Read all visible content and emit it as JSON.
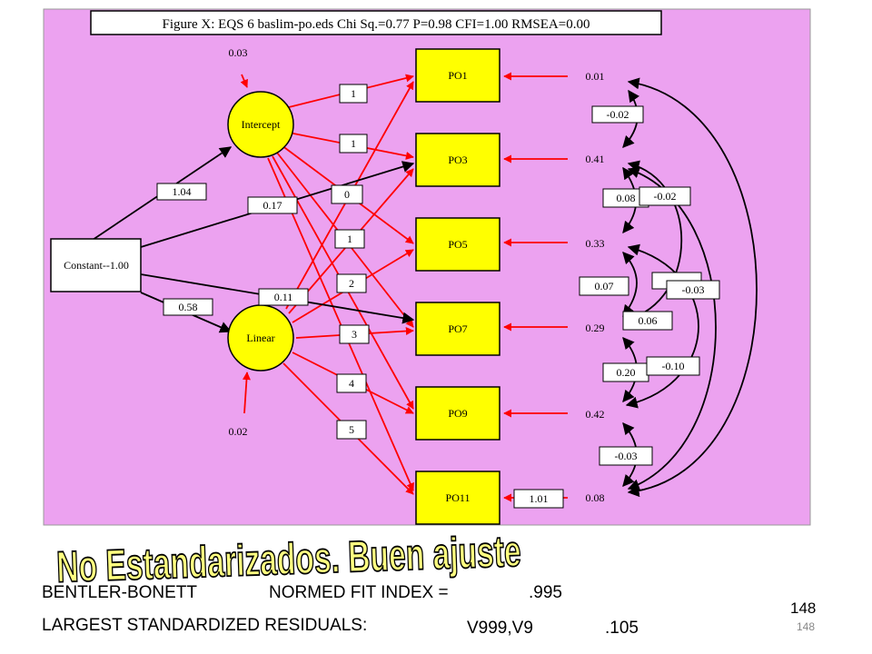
{
  "figure_title": "Figure X: EQS 6 baslim-po.eds Chi Sq.=0.77 P=0.98 CFI=1.00 RMSEA=0.00",
  "colors": {
    "panel": "#eca2f0",
    "node": "#ffff00",
    "path_red": "#ff0000",
    "path_black": "#000000",
    "heading_fill": "#ffff80"
  },
  "latent": {
    "intercept": {
      "label": "Intercept",
      "variance": "0.03"
    },
    "linear": {
      "label": "Linear",
      "variance": "0.02"
    }
  },
  "constant": {
    "label": "Constant--1.00"
  },
  "constant_paths": {
    "to_intercept": "1.04",
    "to_linear": "0.58",
    "to_po3": "0.17",
    "to_po7": "0.11"
  },
  "observed": [
    {
      "label": "PO1",
      "error_variance": "0.01"
    },
    {
      "label": "PO3",
      "error_variance": "0.41"
    },
    {
      "label": "PO5",
      "error_variance": "0.33"
    },
    {
      "label": "PO7",
      "error_variance": "0.29"
    },
    {
      "label": "PO9",
      "error_variance": "0.42"
    },
    {
      "label": "PO11",
      "error_variance": "0.08"
    }
  ],
  "intercept_loadings": [
    "1",
    "1"
  ],
  "linear_loadings": [
    "0",
    "1",
    "2",
    "3",
    "4",
    "5"
  ],
  "po11_path": "1.01",
  "covariances": [
    "-0.02",
    "0.08",
    "-0.02",
    "0.07",
    "-0.03",
    "0.06",
    "0.20",
    "-0.10",
    "-0.03"
  ],
  "heading": "No Estandarizados. Buen ajuste",
  "fit": {
    "bentler_label": "BENTLER-BONETT",
    "nfi_label": "NORMED FIT INDEX =",
    "nfi_value": ".995",
    "residuals_label": "LARGEST STANDARDIZED RESIDUALS:",
    "residual_vars": "V999,V9",
    "residual_value": ".105"
  },
  "slide_number": "148",
  "slide_number_small": "148"
}
